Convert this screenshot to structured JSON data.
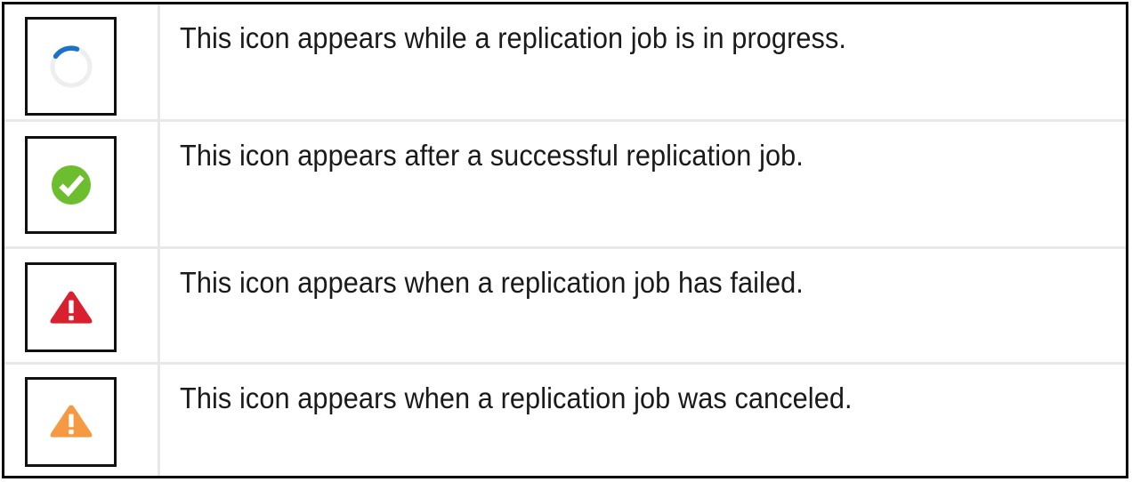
{
  "legend": {
    "rows": [
      {
        "icon_name": "spinner-in-progress-icon",
        "icon_kind": "spinner",
        "icon_color": "#1a73c8",
        "icon_track_color": "#eeeeee",
        "description": "This icon appears while a replication job is in progress."
      },
      {
        "icon_name": "success-check-icon",
        "icon_kind": "check-circle",
        "icon_color": "#6dbe2e",
        "icon_mark_color": "#ffffff",
        "description": "This icon appears after a successful replication job."
      },
      {
        "icon_name": "error-warning-triangle-icon",
        "icon_kind": "warning-triangle",
        "icon_color": "#d8202f",
        "icon_mark_color": "#ffffff",
        "description": "This icon appears when a replication job has failed."
      },
      {
        "icon_name": "canceled-warning-triangle-icon",
        "icon_kind": "warning-triangle",
        "icon_color": "#f59a42",
        "icon_mark_color": "#ffffff",
        "description": "This icon appears when a replication job was canceled."
      }
    ]
  },
  "colors": {
    "outer_border": "#000000",
    "inner_divider": "#e8e8ea",
    "icon_box_border": "#101010",
    "text": "#1a1a1a",
    "background": "#ffffff"
  }
}
